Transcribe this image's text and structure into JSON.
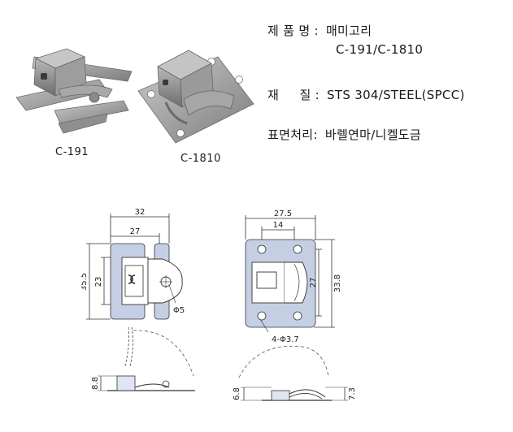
{
  "product_images": {
    "left_caption": "C-191",
    "right_caption": "C-1810"
  },
  "specs": {
    "name_label": "제 품 명 :",
    "name_value": "매미고리",
    "model_value": "C-191/C-1810",
    "material_label": "재     질 :",
    "material_value": "STS 304/STEEL(SPCC)",
    "finish_label": "표면처리:",
    "finish_value": "바렐연마/니켈도금"
  },
  "drawing_left": {
    "dim_overall_width": "32",
    "dim_inner_width": "27",
    "dim_overall_height": "35.5",
    "dim_inner_height": "23",
    "dim_hole": "Φ5",
    "dim_side_height": "8.8"
  },
  "drawing_right": {
    "dim_overall_width": "27.5",
    "dim_inner_width": "14",
    "dim_inner_height": "27",
    "dim_overall_height": "33.8",
    "dim_holes": "4-Φ3.7",
    "dim_side_left": "6.8",
    "dim_side_right": "7.3"
  },
  "colors": {
    "metal": "#9a9a9a",
    "plate_fill": "#c5cfe4",
    "line": "#333333"
  }
}
